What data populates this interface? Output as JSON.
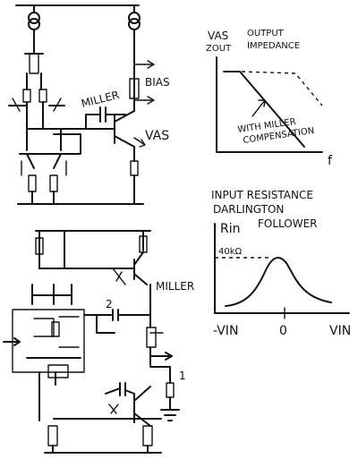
{
  "top_schematic": {
    "bias_label": "BIAS",
    "miller_label": "MILLER",
    "vas_label": "VAS"
  },
  "output_impedance_graph": {
    "title_left_line1": "VAS",
    "title_left_line2": "ZOUT",
    "title_right_line1": "OUTPUT",
    "title_right_line2": "IMPEDANCE",
    "annotation_line1": "WITH MILLER",
    "annotation_line2": "COMPENSATION",
    "x_label": "f"
  },
  "input_resistance_graph": {
    "title_line1": "INPUT RESISTANCE",
    "title_line2": "DARLINGTON",
    "title_line3": "FOLLOWER",
    "y_label": "Rin",
    "level_label": "40kΩ",
    "x_left_label": "-VIN",
    "x_mid_label": "0",
    "x_right_label": "VIN"
  },
  "bottom_schematic": {
    "miller_label": "MILLER",
    "node_2_label": "2",
    "node_1_label": "1"
  }
}
